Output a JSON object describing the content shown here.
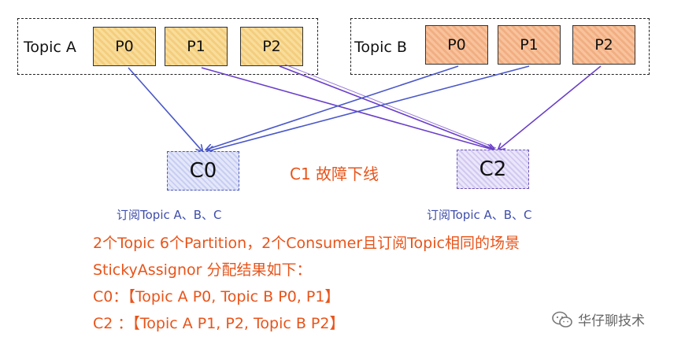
{
  "topics": [
    {
      "label": "Topic A",
      "partitions": [
        "P0",
        "P1",
        "P2"
      ]
    },
    {
      "label": "Topic B",
      "partitions": [
        "P0",
        "P1",
        "P2"
      ]
    }
  ],
  "consumers": [
    {
      "label": "C0",
      "subscription": "订阅Topic A、B、C"
    },
    {
      "label": "C2",
      "subscription": "订阅Topic A、B、C"
    }
  ],
  "failure_note": "C1 故障下线",
  "description": [
    "2个Topic 6个Partition，2个Consumer且订阅Topic相同的场景",
    "StickyAssignor 分配结果如下：",
    "C0：【Topic A P0, Topic B P0, P1】",
    "C2 ：【Topic A P1, P2, Topic B P2】"
  ],
  "watermark": "华仔聊技术",
  "colors": {
    "accent_orange": "#e8541a",
    "arrow_blue": "#4a58c8",
    "arrow_purple": "#6a3fc8",
    "topic_a_fill": "#f6d38a",
    "topic_b_fill": "#f4b68c"
  }
}
